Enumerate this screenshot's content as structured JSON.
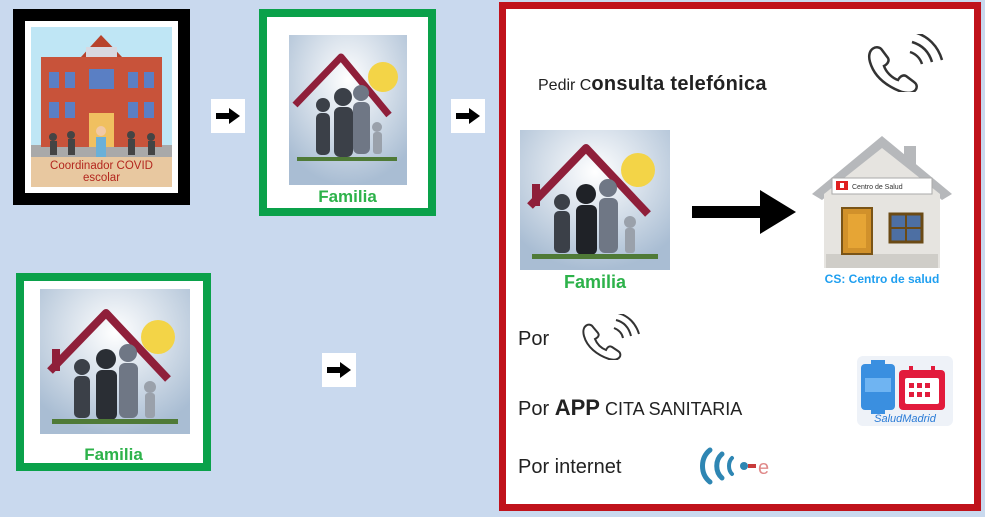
{
  "cards": {
    "coordinador_label": "Coordinador COVID escolar",
    "familia_label": "Familia"
  },
  "panel": {
    "pedir_prefix": "Pedir C",
    "consulta_rest": "onsulta telefónica",
    "familia_label": "Familia",
    "cs_label": "CS: Centro de salud",
    "house_sign": "Centro de Salud",
    "por_label": "Por",
    "app_prefix": "Por ",
    "app_bold": "APP",
    "app_suffix": " CITA SANITARIA",
    "internet_label": "Por internet",
    "salud_madrid": "SaludMadrid"
  },
  "colors": {
    "background": "#c9d9ee",
    "green_border": "#0aa14a",
    "red_border": "#c0121b",
    "familia_text": "#2db24a",
    "cs_text": "#1f9ff0"
  }
}
